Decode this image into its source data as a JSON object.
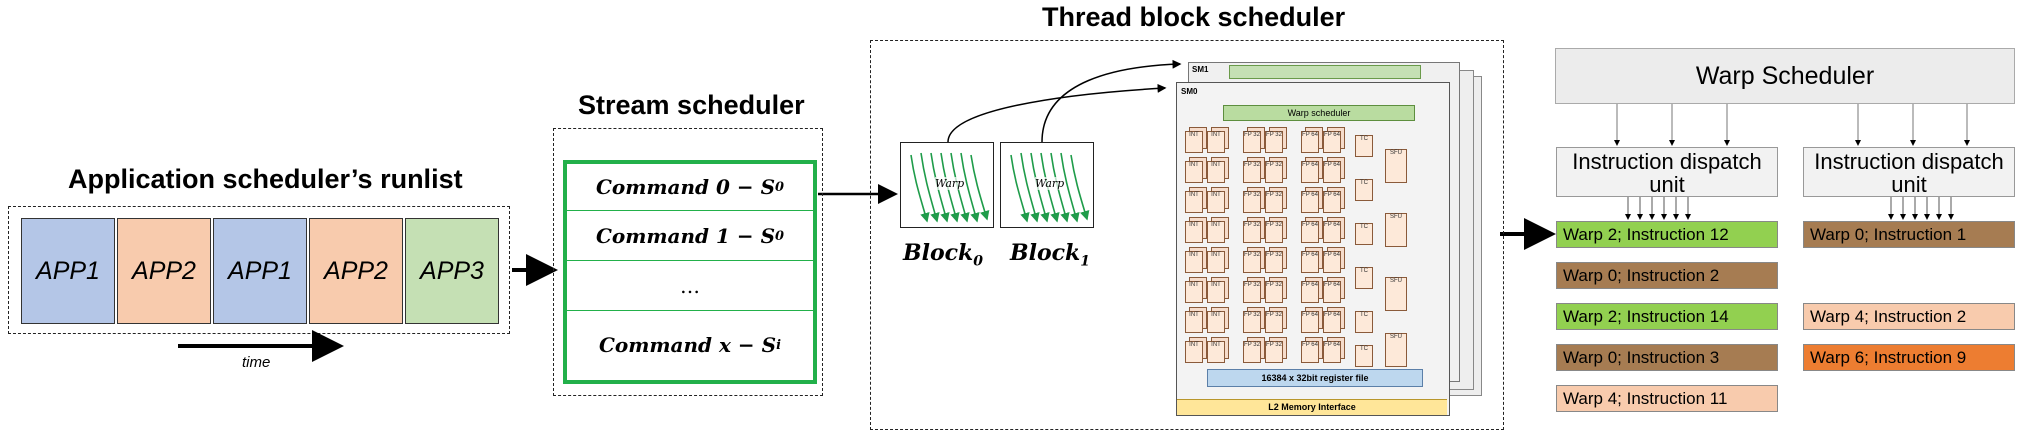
{
  "titles": {
    "runlist": "Application scheduler’s runlist",
    "stream": "Stream scheduler",
    "thread_block": "Thread block scheduler"
  },
  "runlist": {
    "apps": [
      {
        "label": "APP1",
        "color": "#b4c6e7"
      },
      {
        "label": "APP2",
        "color": "#f8cbad"
      },
      {
        "label": "APP1",
        "color": "#b4c6e7"
      },
      {
        "label": "APP2",
        "color": "#f8cbad"
      },
      {
        "label": "APP3",
        "color": "#c5e0b4"
      }
    ],
    "time_label": "time"
  },
  "stream": {
    "border_color": "#22b04a",
    "commands": [
      {
        "text": "Command 0 − S",
        "sub": "0"
      },
      {
        "text": "Command 1 − S",
        "sub": "0"
      },
      {
        "text": "…",
        "sub": ""
      },
      {
        "text": "Command x − S",
        "sub": "i"
      }
    ]
  },
  "thread_block": {
    "blocks": [
      {
        "name": "Block",
        "sub": "0",
        "warp_label": "Warp"
      },
      {
        "name": "Block",
        "sub": "1",
        "warp_label": "Warp"
      }
    ],
    "sm": {
      "sm1_label": "SM1",
      "sm0_label": "SM0",
      "warp_scheduler_label": "Warp scheduler",
      "register_file_label": "16384 x 32bit register file",
      "l2_label": "L2 Memory Interface",
      "int_label": "INT",
      "fp32_label": "FP 32",
      "fp64_label": "FP 64",
      "tc_label": "TC",
      "sfu_label": "SFU"
    }
  },
  "warp_panel": {
    "warp_scheduler_label": "Warp Scheduler",
    "dispatch_left": "Instruction dispatch unit",
    "dispatch_right": "Instruction dispatch unit",
    "left_rows": [
      {
        "text": "Warp 2; Instruction 12",
        "color": "#92d050"
      },
      {
        "text": "Warp 0; Instruction 2",
        "color": "#a67c52"
      },
      {
        "text": "Warp 2; Instruction 14",
        "color": "#92d050"
      },
      {
        "text": "Warp 0; Instruction 3",
        "color": "#a67c52"
      },
      {
        "text": "Warp 4; Instruction 11",
        "color": "#f8cbad"
      }
    ],
    "right_rows": [
      {
        "text": "Warp 0; Instruction 1",
        "color": "#a67c52"
      },
      {
        "text": "Warp 4; Instruction 2",
        "color": "#f8cbad"
      },
      {
        "text": "Warp 6; Instruction 9",
        "color": "#ed7d31"
      }
    ]
  }
}
